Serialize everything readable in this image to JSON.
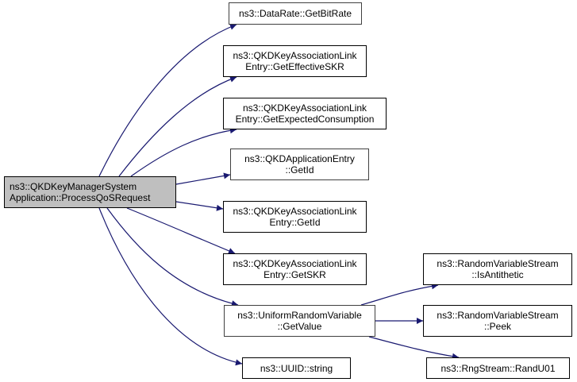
{
  "diagram": {
    "type": "call-graph",
    "colors": {
      "edge": "#191970",
      "root_fill": "#bfbfbf",
      "node_fill": "#ffffff",
      "node_border": "#000000",
      "node_border_alt": "#404040"
    },
    "root": {
      "id": "root",
      "lines": [
        "ns3::QKDKeyManagerSystem",
        "Application::ProcessQoSRequest"
      ]
    },
    "nodes": [
      {
        "id": "getbitrate",
        "lines": [
          "ns3::DataRate::GetBitRate"
        ]
      },
      {
        "id": "geteffectiveskr",
        "lines": [
          "ns3::QKDKeyAssociationLink",
          "Entry::GetEffectiveSKR"
        ]
      },
      {
        "id": "getexpectedconsumption",
        "lines": [
          "ns3::QKDKeyAssociationLink",
          "Entry::GetExpectedConsumption"
        ]
      },
      {
        "id": "appentry-getid",
        "lines": [
          "ns3::QKDApplicationEntry",
          "::GetId"
        ]
      },
      {
        "id": "linkentry-getid",
        "lines": [
          "ns3::QKDKeyAssociationLink",
          "Entry::GetId"
        ]
      },
      {
        "id": "getskr",
        "lines": [
          "ns3::QKDKeyAssociationLink",
          "Entry::GetSKR"
        ]
      },
      {
        "id": "uniform-getvalue",
        "lines": [
          "ns3::UniformRandomVariable",
          "::GetValue"
        ]
      },
      {
        "id": "uuid-string",
        "lines": [
          "ns3::UUID::string"
        ]
      },
      {
        "id": "isantithetic",
        "lines": [
          "ns3::RandomVariableStream",
          "::IsAntithetic"
        ]
      },
      {
        "id": "peek",
        "lines": [
          "ns3::RandomVariableStream",
          "::Peek"
        ]
      },
      {
        "id": "randu01",
        "lines": [
          "ns3::RngStream::RandU01"
        ]
      }
    ],
    "edges": [
      {
        "from": "root",
        "to": "getbitrate"
      },
      {
        "from": "root",
        "to": "geteffectiveskr"
      },
      {
        "from": "root",
        "to": "getexpectedconsumption"
      },
      {
        "from": "root",
        "to": "appentry-getid"
      },
      {
        "from": "root",
        "to": "linkentry-getid"
      },
      {
        "from": "root",
        "to": "getskr"
      },
      {
        "from": "root",
        "to": "uniform-getvalue"
      },
      {
        "from": "root",
        "to": "uuid-string"
      },
      {
        "from": "uniform-getvalue",
        "to": "isantithetic"
      },
      {
        "from": "uniform-getvalue",
        "to": "peek"
      },
      {
        "from": "uniform-getvalue",
        "to": "randu01"
      }
    ]
  }
}
